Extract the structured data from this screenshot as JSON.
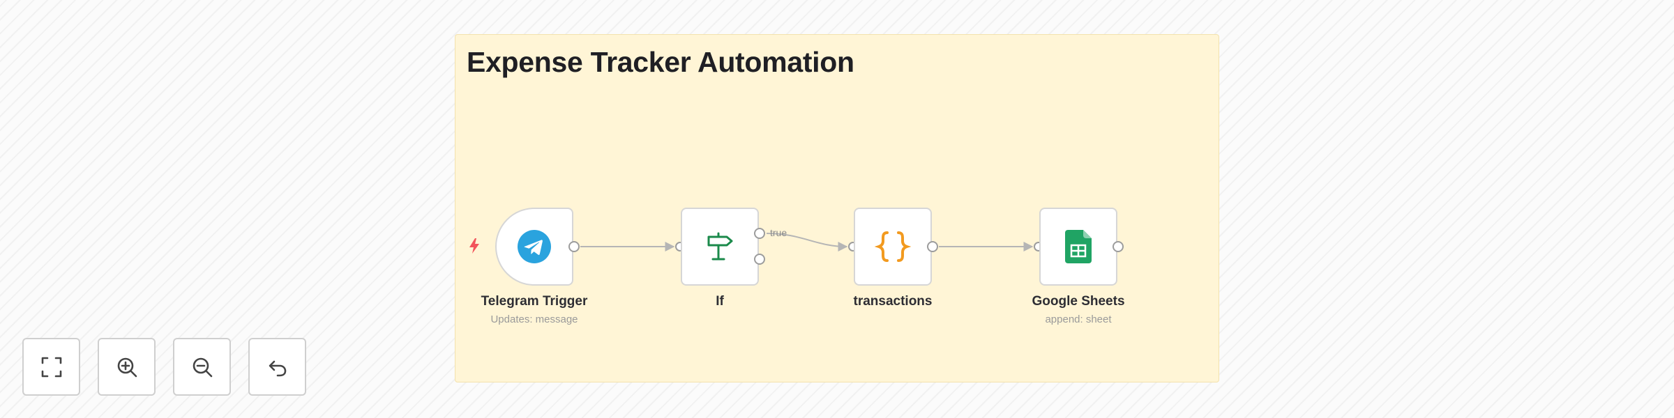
{
  "sticky_note": {
    "title": "Expense Tracker Automation",
    "color": "#fff5d6"
  },
  "nodes": [
    {
      "id": "telegram-trigger",
      "label": "Telegram Trigger",
      "subtitle": "Updates: message",
      "icon": "telegram-icon",
      "icon_color": "#2aa3de",
      "is_trigger": true
    },
    {
      "id": "if",
      "label": "If",
      "subtitle": "",
      "icon": "signpost-icon",
      "icon_color": "#1b8a4b"
    },
    {
      "id": "transactions",
      "label": "transactions",
      "subtitle": "",
      "icon": "curly-braces-icon",
      "icon_color": "#f29a1f"
    },
    {
      "id": "google-sheets",
      "label": "Google Sheets",
      "subtitle": "append: sheet",
      "icon": "google-sheets-icon",
      "icon_color": "#20a464"
    }
  ],
  "connections": [
    {
      "from": "telegram-trigger",
      "to": "if",
      "label": ""
    },
    {
      "from": "if",
      "to": "transactions",
      "label": "true"
    },
    {
      "from": "transactions",
      "to": "google-sheets",
      "label": ""
    }
  ],
  "trigger_indicator": {
    "icon": "lightning-bolt-icon",
    "color": "#f2545b"
  },
  "controls": [
    {
      "name": "fit-view-button",
      "icon": "fit-view-icon",
      "tooltip": ""
    },
    {
      "name": "zoom-in-button",
      "icon": "zoom-in-icon",
      "tooltip": ""
    },
    {
      "name": "zoom-out-button",
      "icon": "zoom-out-icon",
      "tooltip": ""
    },
    {
      "name": "reset-zoom-button",
      "icon": "undo-icon",
      "tooltip": ""
    }
  ],
  "colors": {
    "edge": "#b5b5b5",
    "node_border": "#d6d6d6",
    "handle_border": "#9c9c9c"
  }
}
